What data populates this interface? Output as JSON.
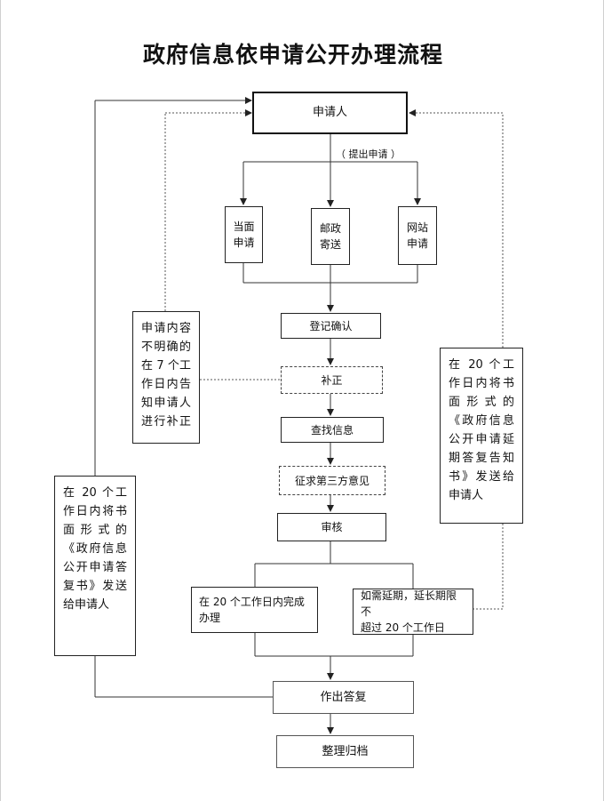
{
  "title": "政府信息依申请公开办理流程",
  "nodes": {
    "applicant": "申请人",
    "submit_label": "（ 提出申请 ）",
    "in_person": "当面\n申请",
    "mail": "邮政\n寄送",
    "website": "网站\n申请",
    "register": "登记确认",
    "supplement": "补正",
    "search": "查找信息",
    "third_party": "征求第三方意见",
    "review": "审核",
    "complete": "在 20 个工作日内完成\n办理",
    "extend": "如需延期，延长期限不\n超过 20 个工作日",
    "reply": "作出答复",
    "archive": "整理归档"
  },
  "notes": {
    "unclear": "申请内容不明确的在 7 个工作日内告知申请人进行补正",
    "reply_notice": "在 20 个工作日内将书面形式的《政府信息公开申请答复书》发送给申请人",
    "extension_notice": "在 20 个工作日内将书面形式的《政府信息公开申请延期答复告知书》发送给申请人"
  }
}
